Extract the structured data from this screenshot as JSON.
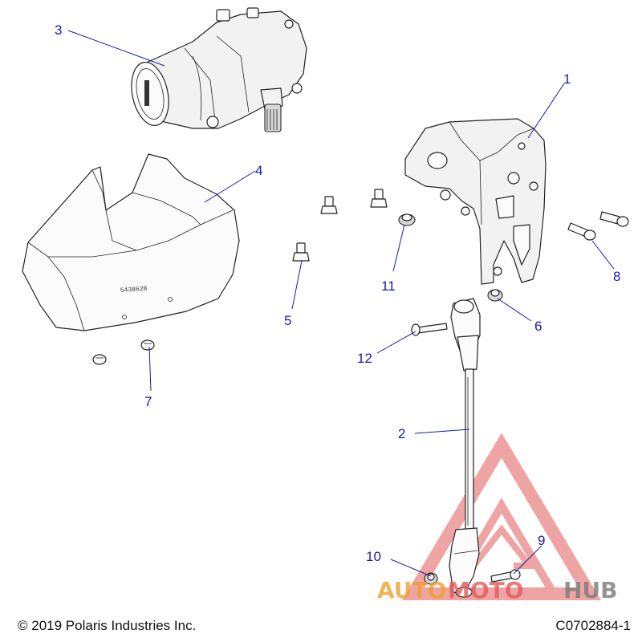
{
  "callouts": [
    "1",
    "2",
    "3",
    "4",
    "5",
    "6",
    "7",
    "8",
    "9",
    "10",
    "11",
    "12"
  ],
  "footer": {
    "copyright": "© 2019 Polaris Industries Inc.",
    "drawing_number": "C0702884-1"
  },
  "part_marking": "5438628",
  "watermark": {
    "part1": "AUTO",
    "part2": "MOTO",
    "part3": "HUB"
  },
  "colors": {
    "callout": "#1a1aa8",
    "watermark_red": "#e35a5a",
    "watermark_orange": "#f0a030",
    "watermark_gray": "#7a7a7a"
  }
}
